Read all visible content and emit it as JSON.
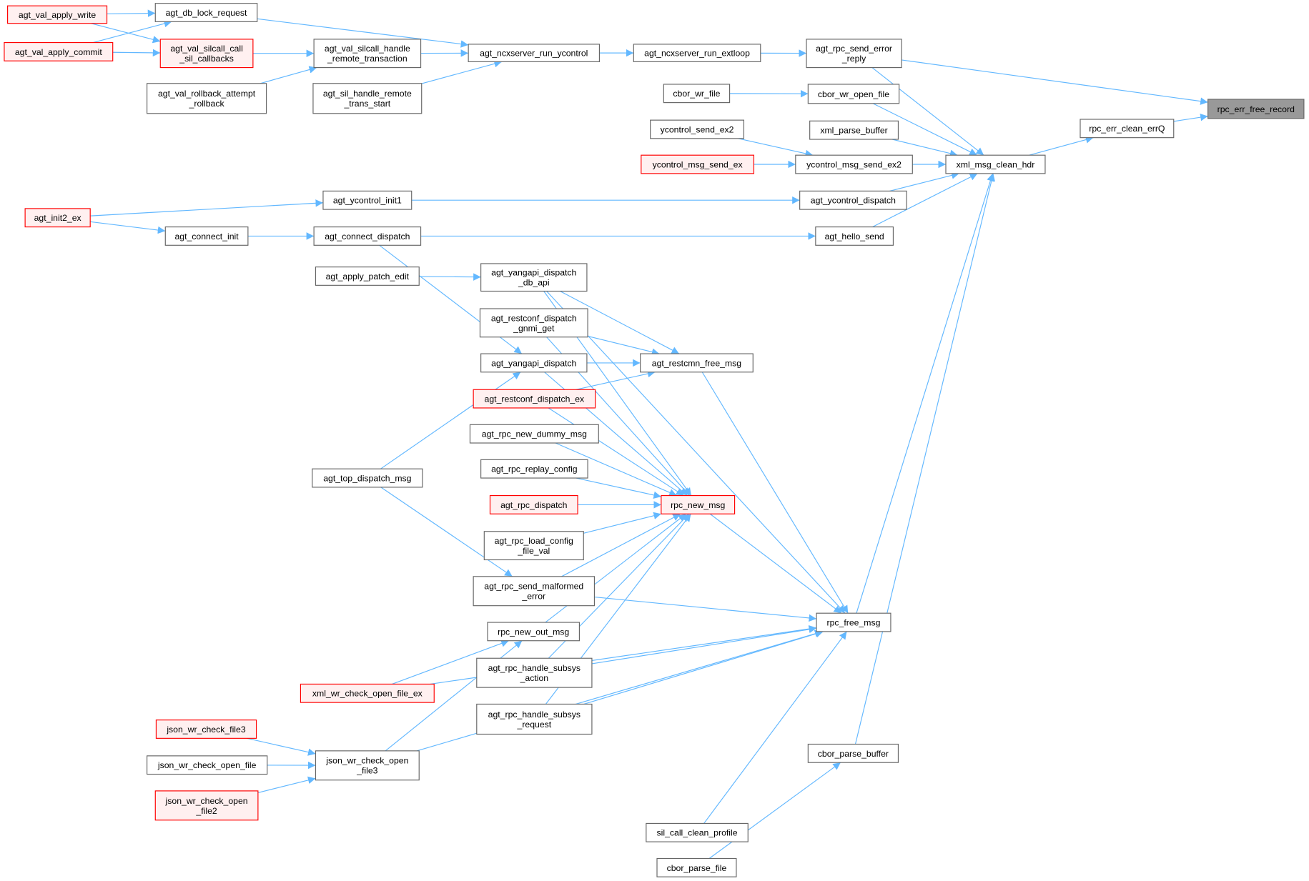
{
  "title": "rpc_err_free_record caller graph",
  "colors": {
    "edge": "#63b8ff",
    "red_border": "#ff0000",
    "red_fill": "#fff0f0",
    "root_fill": "#999999",
    "border": "#666666"
  },
  "nodes": [
    {
      "id": "apply_write",
      "lines": [
        "agt_val_apply_write"
      ],
      "style": "red"
    },
    {
      "id": "apply_commit",
      "lines": [
        "agt_val_apply_commit"
      ],
      "style": "red"
    },
    {
      "id": "db_lock",
      "lines": [
        "agt_db_lock_request"
      ],
      "style": "normal"
    },
    {
      "id": "silcall_call",
      "lines": [
        "agt_val_silcall_call",
        "_sil_callbacks"
      ],
      "style": "red"
    },
    {
      "id": "rollback",
      "lines": [
        "agt_val_rollback_attempt",
        "_rollback"
      ],
      "style": "normal"
    },
    {
      "id": "silcall_handle",
      "lines": [
        "agt_val_silcall_handle",
        "_remote_transaction"
      ],
      "style": "normal"
    },
    {
      "id": "sil_handle_remote",
      "lines": [
        "agt_sil_handle_remote",
        "_trans_start"
      ],
      "style": "normal"
    },
    {
      "id": "run_ycontrol",
      "lines": [
        "agt_ncxserver_run_ycontrol"
      ],
      "style": "normal"
    },
    {
      "id": "run_extloop",
      "lines": [
        "agt_ncxserver_run_extloop"
      ],
      "style": "normal"
    },
    {
      "id": "send_error_reply",
      "lines": [
        "agt_rpc_send_error",
        "_reply"
      ],
      "style": "normal"
    },
    {
      "id": "cbor_wr_file",
      "lines": [
        "cbor_wr_file"
      ],
      "style": "normal"
    },
    {
      "id": "cbor_wr_open_file",
      "lines": [
        "cbor_wr_open_file"
      ],
      "style": "normal"
    },
    {
      "id": "ycontrol_send_ex2",
      "lines": [
        "ycontrol_send_ex2"
      ],
      "style": "normal"
    },
    {
      "id": "xml_parse_buffer",
      "lines": [
        "xml_parse_buffer"
      ],
      "style": "normal"
    },
    {
      "id": "ycontrol_msg_send_ex",
      "lines": [
        "ycontrol_msg_send_ex"
      ],
      "style": "red"
    },
    {
      "id": "ycontrol_msg_send_ex2",
      "lines": [
        "ycontrol_msg_send_ex2"
      ],
      "style": "normal"
    },
    {
      "id": "xml_msg_clean_hdr",
      "lines": [
        "xml_msg_clean_hdr"
      ],
      "style": "normal"
    },
    {
      "id": "rpc_err_clean_errQ",
      "lines": [
        "rpc_err_clean_errQ"
      ],
      "style": "normal"
    },
    {
      "id": "rpc_err_free_record",
      "lines": [
        "rpc_err_free_record"
      ],
      "style": "root"
    },
    {
      "id": "ycontrol_init1",
      "lines": [
        "agt_ycontrol_init1"
      ],
      "style": "normal"
    },
    {
      "id": "ycontrol_dispatch",
      "lines": [
        "agt_ycontrol_dispatch"
      ],
      "style": "normal"
    },
    {
      "id": "init2_ex",
      "lines": [
        "agt_init2_ex"
      ],
      "style": "red"
    },
    {
      "id": "connect_init",
      "lines": [
        "agt_connect_init"
      ],
      "style": "normal"
    },
    {
      "id": "connect_dispatch",
      "lines": [
        "agt_connect_dispatch"
      ],
      "style": "normal"
    },
    {
      "id": "hello_send",
      "lines": [
        "agt_hello_send"
      ],
      "style": "normal"
    },
    {
      "id": "apply_patch_edit",
      "lines": [
        "agt_apply_patch_edit"
      ],
      "style": "normal"
    },
    {
      "id": "yangapi_db_api",
      "lines": [
        "agt_yangapi_dispatch",
        "_db_api"
      ],
      "style": "normal"
    },
    {
      "id": "restconf_gnmi_get",
      "lines": [
        "agt_restconf_dispatch",
        "_gnmi_get"
      ],
      "style": "normal"
    },
    {
      "id": "yangapi_dispatch",
      "lines": [
        "agt_yangapi_dispatch"
      ],
      "style": "normal"
    },
    {
      "id": "restcmn_free_msg",
      "lines": [
        "agt_restcmn_free_msg"
      ],
      "style": "normal"
    },
    {
      "id": "restconf_dispatch_ex",
      "lines": [
        "agt_restconf_dispatch_ex"
      ],
      "style": "red"
    },
    {
      "id": "new_dummy_msg",
      "lines": [
        "agt_rpc_new_dummy_msg"
      ],
      "style": "normal"
    },
    {
      "id": "replay_config",
      "lines": [
        "agt_rpc_replay_config"
      ],
      "style": "normal"
    },
    {
      "id": "top_dispatch_msg",
      "lines": [
        "agt_top_dispatch_msg"
      ],
      "style": "normal"
    },
    {
      "id": "rpc_dispatch",
      "lines": [
        "agt_rpc_dispatch"
      ],
      "style": "red"
    },
    {
      "id": "rpc_new_msg",
      "lines": [
        "rpc_new_msg"
      ],
      "style": "red"
    },
    {
      "id": "load_config",
      "lines": [
        "agt_rpc_load_config",
        "_file_val"
      ],
      "style": "normal"
    },
    {
      "id": "send_malformed",
      "lines": [
        "agt_rpc_send_malformed",
        "_error"
      ],
      "style": "normal"
    },
    {
      "id": "rpc_free_msg",
      "lines": [
        "rpc_free_msg"
      ],
      "style": "normal"
    },
    {
      "id": "rpc_new_out_msg",
      "lines": [
        "rpc_new_out_msg"
      ],
      "style": "normal"
    },
    {
      "id": "subsys_action",
      "lines": [
        "agt_rpc_handle_subsys",
        "_action"
      ],
      "style": "normal"
    },
    {
      "id": "xml_wr_check_open_file_ex",
      "lines": [
        "xml_wr_check_open_file_ex"
      ],
      "style": "red"
    },
    {
      "id": "subsys_request",
      "lines": [
        "agt_rpc_handle_subsys",
        "_request"
      ],
      "style": "normal"
    },
    {
      "id": "json_wr_check_file3",
      "lines": [
        "json_wr_check_file3"
      ],
      "style": "red"
    },
    {
      "id": "json_wr_check_open_file",
      "lines": [
        "json_wr_check_open_file"
      ],
      "style": "normal"
    },
    {
      "id": "json_wr_check_open_file3",
      "lines": [
        "json_wr_check_open",
        "_file3"
      ],
      "style": "normal"
    },
    {
      "id": "cbor_parse_buffer",
      "lines": [
        "cbor_parse_buffer"
      ],
      "style": "normal"
    },
    {
      "id": "json_wr_check_open_file2",
      "lines": [
        "json_wr_check_open",
        "_file2"
      ],
      "style": "red"
    },
    {
      "id": "sil_call_clean_profile",
      "lines": [
        "sil_call_clean_profile"
      ],
      "style": "normal"
    },
    {
      "id": "cbor_parse_file",
      "lines": [
        "cbor_parse_file"
      ],
      "style": "normal"
    }
  ],
  "edges": [
    [
      "apply_write",
      "db_lock"
    ],
    [
      "apply_write",
      "silcall_call"
    ],
    [
      "apply_commit",
      "db_lock"
    ],
    [
      "apply_commit",
      "silcall_call"
    ],
    [
      "silcall_call",
      "silcall_handle"
    ],
    [
      "rollback",
      "silcall_handle"
    ],
    [
      "db_lock",
      "run_ycontrol"
    ],
    [
      "silcall_handle",
      "run_ycontrol"
    ],
    [
      "sil_handle_remote",
      "run_ycontrol"
    ],
    [
      "run_ycontrol",
      "run_extloop"
    ],
    [
      "run_extloop",
      "send_error_reply"
    ],
    [
      "send_error_reply",
      "rpc_err_free_record"
    ],
    [
      "send_error_reply",
      "xml_msg_clean_hdr"
    ],
    [
      "cbor_wr_file",
      "cbor_wr_open_file"
    ],
    [
      "cbor_wr_open_file",
      "xml_msg_clean_hdr"
    ],
    [
      "xml_parse_buffer",
      "xml_msg_clean_hdr"
    ],
    [
      "ycontrol_send_ex2",
      "ycontrol_msg_send_ex2"
    ],
    [
      "ycontrol_msg_send_ex",
      "ycontrol_msg_send_ex2"
    ],
    [
      "ycontrol_msg_send_ex2",
      "xml_msg_clean_hdr"
    ],
    [
      "ycontrol_dispatch",
      "xml_msg_clean_hdr"
    ],
    [
      "hello_send",
      "xml_msg_clean_hdr"
    ],
    [
      "xml_msg_clean_hdr",
      "rpc_err_clean_errQ"
    ],
    [
      "rpc_err_clean_errQ",
      "rpc_err_free_record"
    ],
    [
      "init2_ex",
      "ycontrol_init1"
    ],
    [
      "ycontrol_init1",
      "ycontrol_dispatch"
    ],
    [
      "init2_ex",
      "connect_init"
    ],
    [
      "connect_init",
      "connect_dispatch"
    ],
    [
      "connect_dispatch",
      "hello_send"
    ],
    [
      "connect_dispatch",
      "yangapi_dispatch"
    ],
    [
      "apply_patch_edit",
      "yangapi_db_api"
    ],
    [
      "yangapi_db_api",
      "restcmn_free_msg"
    ],
    [
      "yangapi_db_api",
      "rpc_new_msg"
    ],
    [
      "yangapi_db_api",
      "rpc_free_msg"
    ],
    [
      "restconf_gnmi_get",
      "restcmn_free_msg"
    ],
    [
      "restconf_gnmi_get",
      "rpc_new_msg"
    ],
    [
      "yangapi_dispatch",
      "restcmn_free_msg"
    ],
    [
      "yangapi_dispatch",
      "rpc_new_msg"
    ],
    [
      "restconf_dispatch_ex",
      "restcmn_free_msg"
    ],
    [
      "restconf_dispatch_ex",
      "rpc_new_msg"
    ],
    [
      "restcmn_free_msg",
      "rpc_free_msg"
    ],
    [
      "new_dummy_msg",
      "rpc_new_msg"
    ],
    [
      "replay_config",
      "rpc_new_msg"
    ],
    [
      "rpc_dispatch",
      "rpc_new_msg"
    ],
    [
      "load_config",
      "rpc_new_msg"
    ],
    [
      "send_malformed",
      "rpc_new_msg"
    ],
    [
      "top_dispatch_msg",
      "yangapi_dispatch"
    ],
    [
      "top_dispatch_msg",
      "send_malformed"
    ],
    [
      "rpc_new_msg",
      "rpc_free_msg"
    ],
    [
      "send_malformed",
      "rpc_free_msg"
    ],
    [
      "rpc_new_out_msg",
      "rpc_new_msg"
    ],
    [
      "subsys_action",
      "rpc_new_msg"
    ],
    [
      "subsys_action",
      "rpc_free_msg"
    ],
    [
      "subsys_request",
      "rpc_new_msg"
    ],
    [
      "subsys_request",
      "rpc_free_msg"
    ],
    [
      "xml_wr_check_open_file_ex",
      "rpc_new_out_msg"
    ],
    [
      "xml_wr_check_open_file_ex",
      "rpc_free_msg"
    ],
    [
      "json_wr_check_open_file3",
      "rpc_new_out_msg"
    ],
    [
      "json_wr_check_open_file3",
      "rpc_free_msg"
    ],
    [
      "json_wr_check_file3",
      "json_wr_check_open_file3"
    ],
    [
      "json_wr_check_open_file",
      "json_wr_check_open_file3"
    ],
    [
      "json_wr_check_open_file2",
      "json_wr_check_open_file3"
    ],
    [
      "rpc_free_msg",
      "xml_msg_clean_hdr"
    ],
    [
      "cbor_parse_buffer",
      "xml_msg_clean_hdr"
    ],
    [
      "sil_call_clean_profile",
      "rpc_free_msg"
    ],
    [
      "cbor_parse_file",
      "cbor_parse_buffer"
    ]
  ]
}
